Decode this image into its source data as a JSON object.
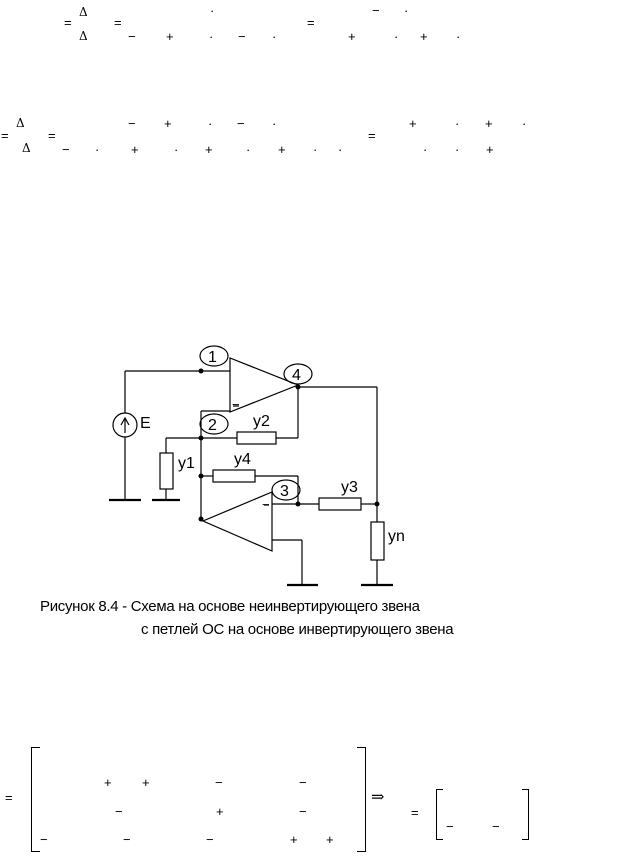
{
  "glyphs": {
    "eq": "=",
    "delta": "Δ",
    "minus": "−",
    "plus": "+",
    "dot": "·",
    "implies": "⇒"
  },
  "figure": {
    "nodes": [
      "1",
      "2",
      "3",
      "4"
    ],
    "source_label": "E",
    "components": {
      "y1": "y1",
      "y2": "y2",
      "y3": "y3",
      "y4": "y4",
      "yn": "yn"
    }
  },
  "caption": {
    "line1": "Рисунок 8.4 - Схема на основе неинвертирующего звена",
    "line2": "с петлей ОС на основе инвертирующего звена"
  }
}
